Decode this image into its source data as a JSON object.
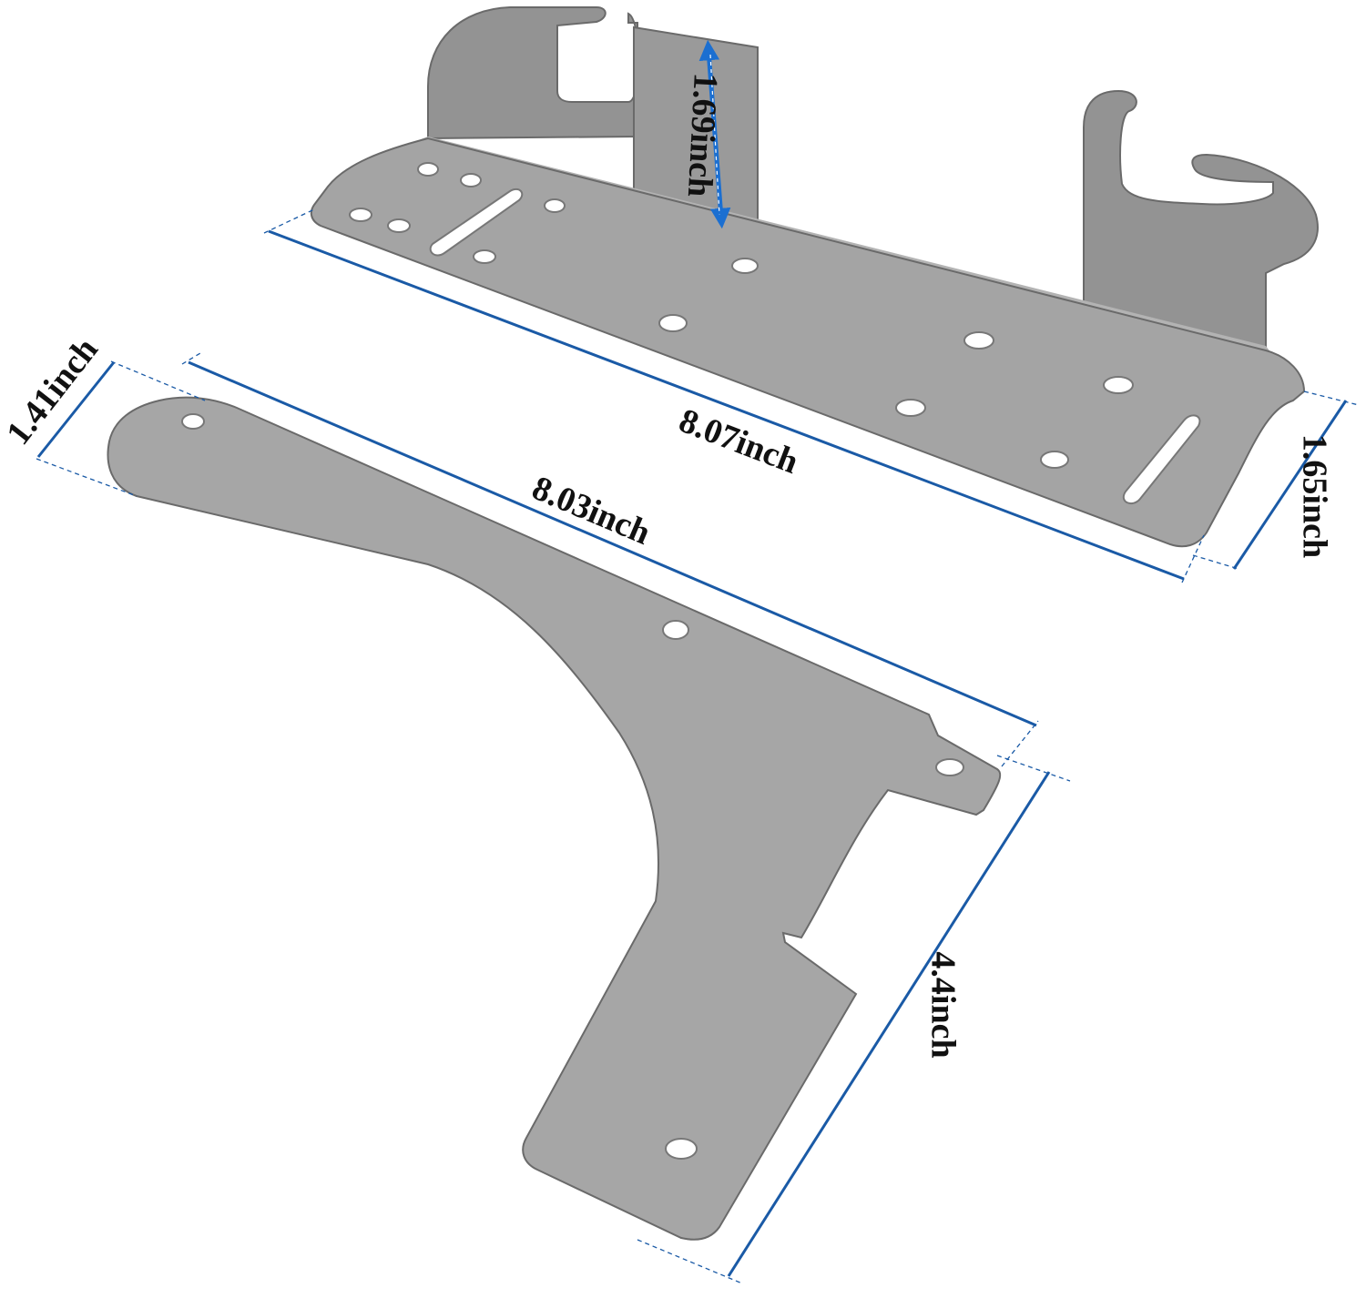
{
  "colors": {
    "metal_face": "#a4a4a4",
    "metal_flange": "#8e8e8e",
    "metal_edge": "#6a6a6a",
    "hole": "#ffffff",
    "dimension_line": "#1a5aa6",
    "arrow": "#1b6fd1",
    "label_text": "#111111"
  },
  "labels": {
    "bracket_height": "1.69inch",
    "bracket_length": "8.07inch",
    "bracket_depth": "1.65inch",
    "plate_width": "1.41inch",
    "plate_length": "8.03inch",
    "plate_height": "4.4inch"
  }
}
